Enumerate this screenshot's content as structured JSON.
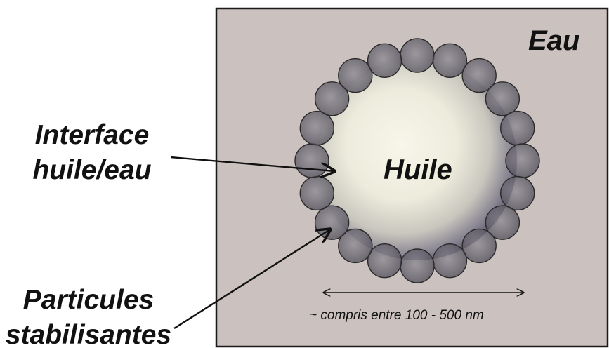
{
  "labels": {
    "interface_line1": "Interface",
    "interface_line2": "huile/eau",
    "particles_line1": "Particules",
    "particles_line2": "stabilisantes",
    "water": "Eau",
    "oil": "Huile",
    "scale": "~ compris entre 100 - 500  nm"
  },
  "colors": {
    "photo_background": "#cbc2bf",
    "photo_border": "#1a1a1a",
    "oil_droplet_center": "#f4f3e6",
    "oil_droplet_edge": "#726f7e",
    "particle_fill": "#6b6870",
    "particle_outline": "#2a2a2a",
    "text": "#111111",
    "arrow": "#111111"
  },
  "particles": {
    "count": 20
  }
}
